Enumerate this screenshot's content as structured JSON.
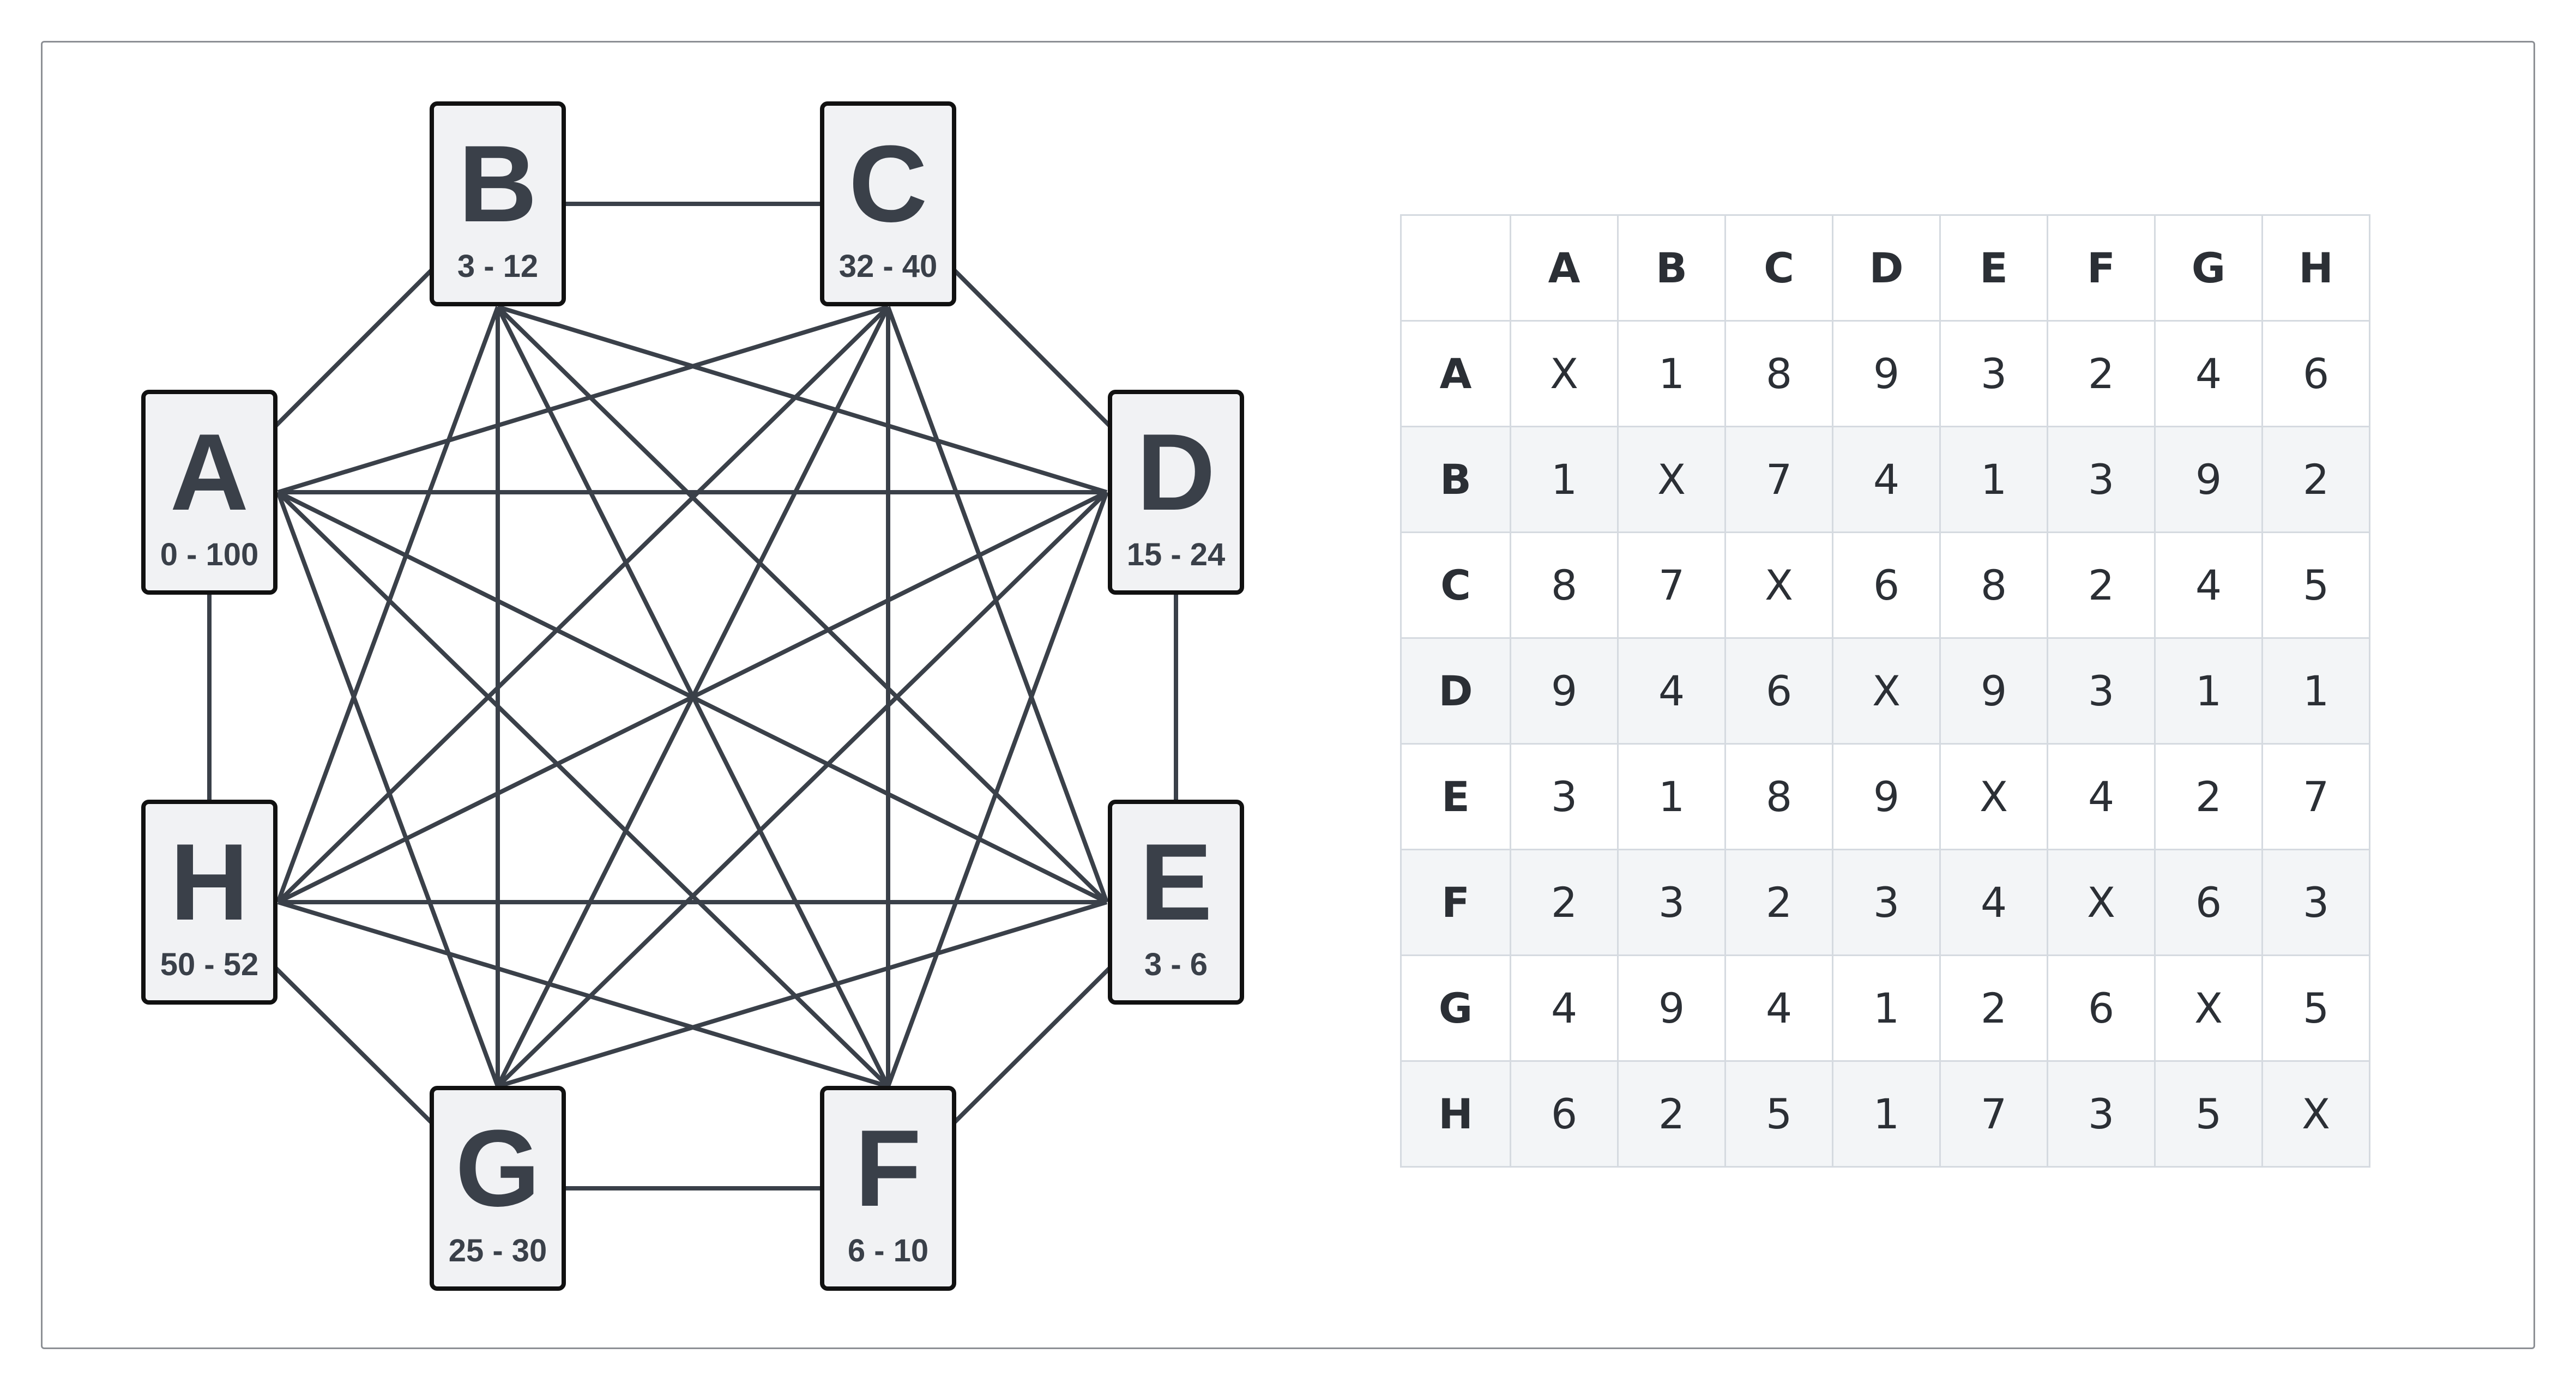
{
  "graph": {
    "nodes": [
      {
        "id": "A",
        "label": "A",
        "range": "0 - 100"
      },
      {
        "id": "B",
        "label": "B",
        "range": "3 - 12"
      },
      {
        "id": "C",
        "label": "C",
        "range": "32 - 40"
      },
      {
        "id": "D",
        "label": "D",
        "range": "15 - 24"
      },
      {
        "id": "E",
        "label": "E",
        "range": "3 - 6"
      },
      {
        "id": "F",
        "label": "F",
        "range": "6 - 10"
      },
      {
        "id": "G",
        "label": "G",
        "range": "25 - 30"
      },
      {
        "id": "H",
        "label": "H",
        "range": "50 - 52"
      }
    ],
    "edges": "complete-graph",
    "colors": {
      "line": "#3a4049",
      "node_fill": "#f1f2f4",
      "node_border": "#111111",
      "text": "#3a4049"
    }
  },
  "table": {
    "columns": [
      "A",
      "B",
      "C",
      "D",
      "E",
      "F",
      "G",
      "H"
    ],
    "rows": [
      {
        "label": "A",
        "cells": [
          "X",
          "1",
          "8",
          "9",
          "3",
          "2",
          "4",
          "6"
        ]
      },
      {
        "label": "B",
        "cells": [
          "1",
          "X",
          "7",
          "4",
          "1",
          "3",
          "9",
          "2"
        ]
      },
      {
        "label": "C",
        "cells": [
          "8",
          "7",
          "X",
          "6",
          "8",
          "2",
          "4",
          "5"
        ]
      },
      {
        "label": "D",
        "cells": [
          "9",
          "4",
          "6",
          "X",
          "9",
          "3",
          "1",
          "1"
        ]
      },
      {
        "label": "E",
        "cells": [
          "3",
          "1",
          "8",
          "9",
          "X",
          "4",
          "2",
          "7"
        ]
      },
      {
        "label": "F",
        "cells": [
          "2",
          "3",
          "2",
          "3",
          "4",
          "X",
          "6",
          "3"
        ]
      },
      {
        "label": "G",
        "cells": [
          "4",
          "9",
          "4",
          "1",
          "2",
          "6",
          "X",
          "5"
        ]
      },
      {
        "label": "H",
        "cells": [
          "6",
          "2",
          "5",
          "1",
          "7",
          "3",
          "5",
          "X"
        ]
      }
    ]
  }
}
